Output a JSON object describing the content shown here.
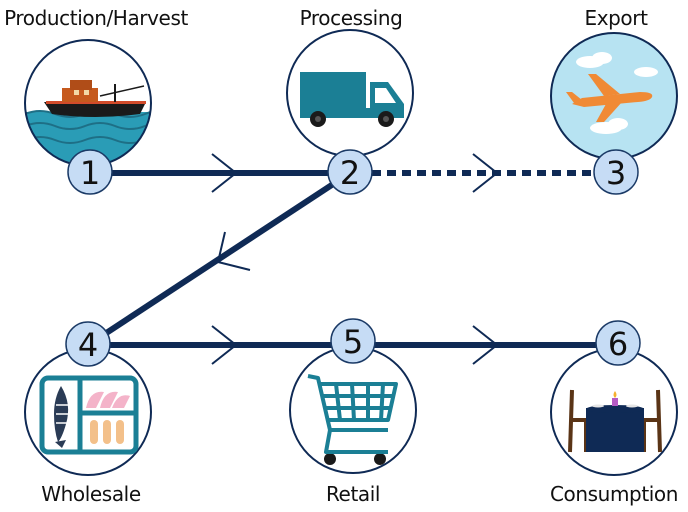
{
  "diagram": {
    "title": "",
    "stages": [
      {
        "number": "1",
        "label": "Production/Harvest",
        "icon": "fishing-boat-icon"
      },
      {
        "number": "2",
        "label": "Processing",
        "icon": "delivery-truck-icon"
      },
      {
        "number": "3",
        "label": "Export",
        "icon": "airplane-icon"
      },
      {
        "number": "4",
        "label": "Wholesale",
        "icon": "seafood-tray-icon"
      },
      {
        "number": "5",
        "label": "Retail",
        "icon": "shopping-cart-icon"
      },
      {
        "number": "6",
        "label": "Consumption",
        "icon": "dining-table-icon"
      }
    ],
    "connections": [
      {
        "from": "1",
        "to": "2",
        "style": "solid"
      },
      {
        "from": "2",
        "to": "3",
        "style": "dotted"
      },
      {
        "from": "2",
        "to": "4",
        "style": "solid"
      },
      {
        "from": "4",
        "to": "5",
        "style": "solid"
      },
      {
        "from": "5",
        "to": "6",
        "style": "solid"
      }
    ],
    "colors": {
      "line": "#0f2a55",
      "badge_fill": "#c6dcf5",
      "badge_stroke": "#1b3a66",
      "icon_teal": "#1b7f95",
      "sea": "#2a9cb6",
      "sky": "#b7e3f2",
      "plane": "#f08a35"
    }
  }
}
